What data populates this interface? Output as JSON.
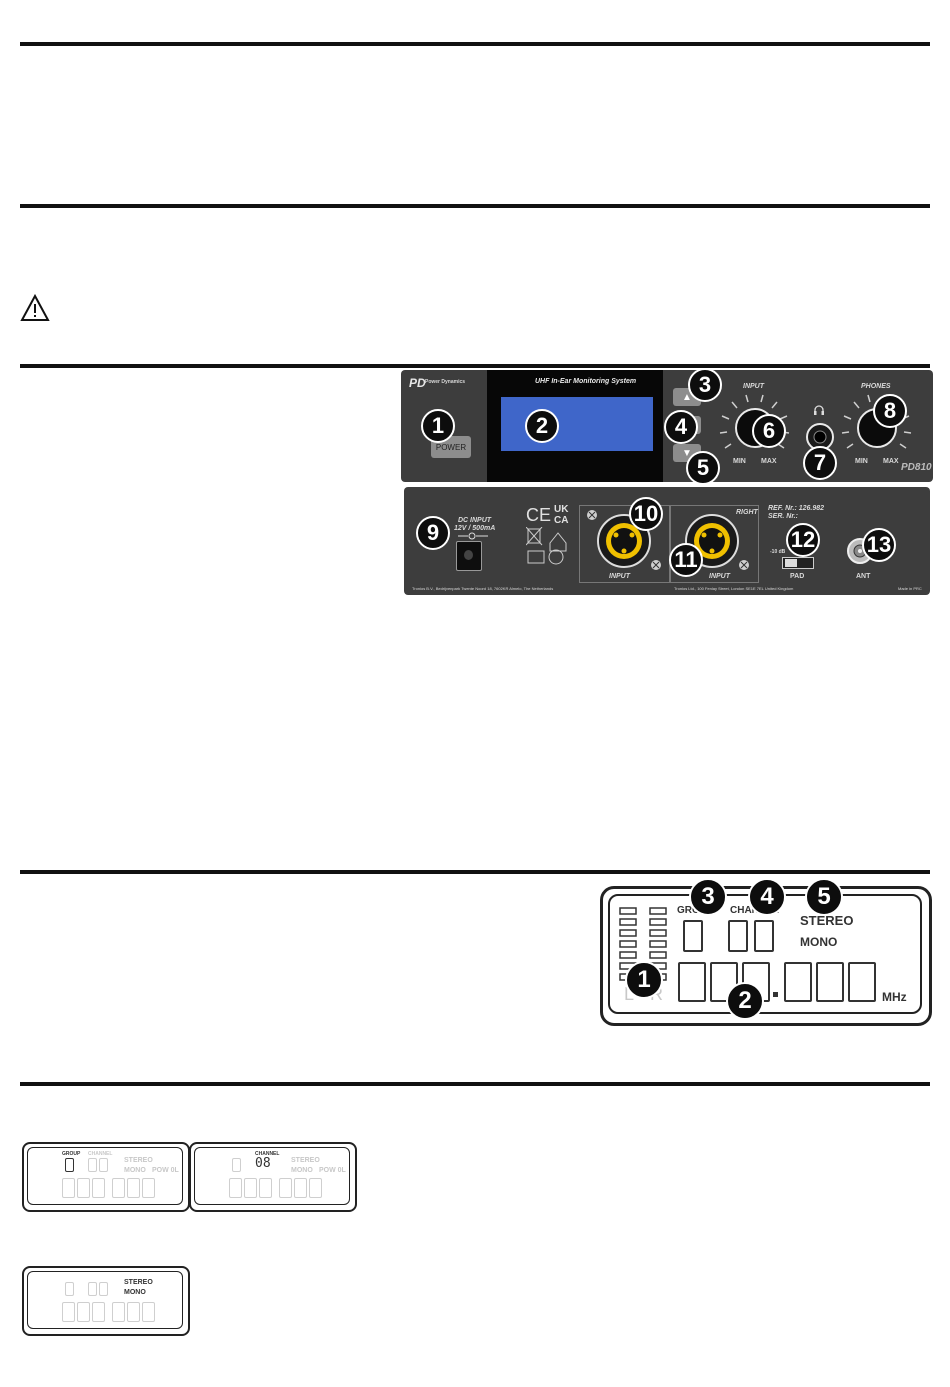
{
  "front_panel": {
    "brand": "PD",
    "brand_sub": "Power Dynamics",
    "title": "UHF In-Ear Monitoring System",
    "power": "POWER",
    "up": "▲",
    "down": "▼",
    "input_label": "INPUT",
    "phones_label": "PHONES",
    "min": "MIN",
    "max": "MAX",
    "model": "PD810"
  },
  "rear_panel": {
    "dc_input": "DC INPUT",
    "dc_spec": "12V / 500mA",
    "ce": "CE",
    "ukca_1": "UK",
    "ukca_2": "CA",
    "input_a": "INPUT",
    "input_b": "INPUT",
    "right": "RIGHT",
    "ref": "REF. Nr.: 126.982",
    "ser": "SER. Nr.:",
    "pad": "PAD",
    "ant": "ANT",
    "pad_value": "-10 dB",
    "footer_left": "Tronios B.V., Bedrijvenpark Twente Noord 18, 7602KR Almelo, The Netherlands",
    "footer_mid": "Tronios Ltd., 100 Fenlay Street, London SE1E 7EL United Kingdom",
    "footer_right": "Made in PRC"
  },
  "callouts": {
    "front": [
      "1",
      "2",
      "3",
      "4",
      "5",
      "6",
      "7",
      "8"
    ],
    "rear": [
      "9",
      "10",
      "11",
      "12",
      "13"
    ],
    "lcd": [
      "1",
      "2",
      "3",
      "4",
      "5"
    ]
  },
  "lcd": {
    "group": "GROUP",
    "channel": "CHANNEL",
    "stereo": "STEREO",
    "mono": "MONO",
    "mhz": "MHz",
    "l": "L",
    "r": "R"
  },
  "thumbs": {
    "thumb1_group": "GROUP",
    "thumb1_channel": "CHANNEL",
    "thumb1_stereo": "STEREO",
    "thumb1_mono": "MONO",
    "thumb1_pow": "POW 0L",
    "thumb2_channel": "CHANNEL",
    "thumb2_value": "08",
    "thumb3_stereo": "STEREO",
    "thumb3_mono": "MONO"
  },
  "colors": {
    "lcd_blue": "#3f66c9",
    "panel_dark": "#3d3d3d"
  }
}
